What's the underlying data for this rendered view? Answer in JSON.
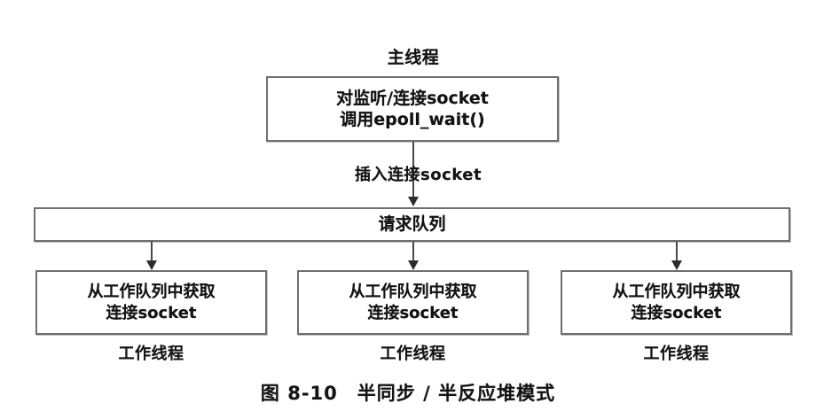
{
  "figure": {
    "caption": "图 8-10　半同步 / 半反应堆模式"
  },
  "main_thread": {
    "label": "主线程",
    "box": {
      "line1": "对监听/连接socket",
      "line2": "调用epoll_wait()"
    }
  },
  "edges": {
    "insert_label": "插入连接socket"
  },
  "queue": {
    "label": "请求队列"
  },
  "workers": [
    {
      "line1": "从工作队列中获取",
      "line2": "连接socket",
      "caption": "工作线程"
    },
    {
      "line1": "从工作队列中获取",
      "line2": "连接socket",
      "caption": "工作线程"
    },
    {
      "line1": "从工作队列中获取",
      "line2": "连接socket",
      "caption": "工作线程"
    }
  ],
  "colors": {
    "background": "#ffffff",
    "box_border": "#6f6f6f",
    "arrow": "#2e2e2e",
    "text": "#161616"
  }
}
